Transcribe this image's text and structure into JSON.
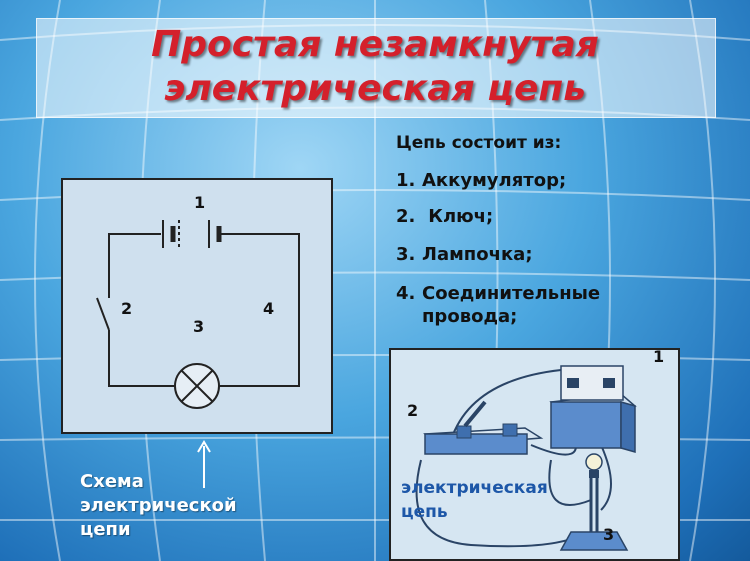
{
  "title": {
    "line1": "Простая незамкнутая",
    "line2": "электрическая цепь"
  },
  "composition": {
    "heading": "Цепь состоит из:",
    "items": [
      {
        "num": "1.",
        "text": "Аккумулятор;"
      },
      {
        "num": "2.",
        "text": " Ключ;"
      },
      {
        "num": "3.",
        "text": "Лампочка;"
      },
      {
        "num": "4.",
        "text": "Соединительные"
      },
      {
        "num": "",
        "text": "провода;"
      }
    ]
  },
  "schematic": {
    "labels": {
      "battery": "1",
      "switch": "2",
      "lamp": "3",
      "wires": "4"
    }
  },
  "caption": {
    "lines": [
      "Схема",
      "электрической",
      "цепи"
    ]
  },
  "photo": {
    "labels": {
      "battery": "1",
      "switch": "2",
      "lamp": "3"
    },
    "text_lines": [
      "электрическая",
      "цепь"
    ]
  },
  "colors": {
    "title": "#d4202b",
    "photo_text": "#1d57a8",
    "device": "#4f7fc0"
  }
}
